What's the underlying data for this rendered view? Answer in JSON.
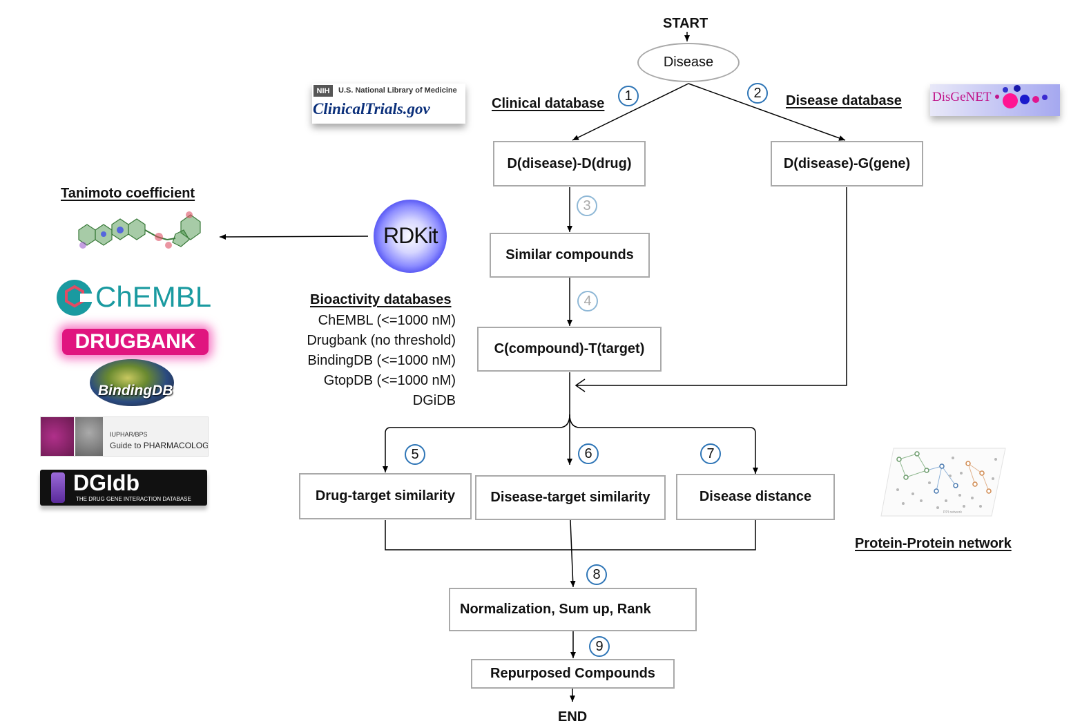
{
  "flow": {
    "start": "START",
    "end": "END",
    "disease": "Disease",
    "clinical_db": "Clinical database",
    "disease_db": "Disease database",
    "dd_box": "D(disease)-D(drug)",
    "dg_box": "D(disease)-G(gene)",
    "similar": "Similar compounds",
    "ct_box": "C(compound)-T(target)",
    "drug_target": "Drug-target similarity",
    "disease_target": "Disease-target similarity",
    "disease_distance": "Disease distance",
    "normalization": "Normalization, Sum up, Rank",
    "repurposed": "Repurposed Compounds"
  },
  "steps": [
    "1",
    "2",
    "3",
    "4",
    "5",
    "6",
    "7",
    "8",
    "9"
  ],
  "left": {
    "tanimoto": "Tanimoto coefficient",
    "rdkit": "RDKit",
    "bio_title": "Bioactivity databases",
    "bio_items": [
      "ChEMBL (<=1000 nM)",
      "Drugbank (no threshold)",
      "BindingDB (<=1000 nM)",
      "GtopDB (<=1000 nM)",
      "DGiDB"
    ]
  },
  "right": {
    "ppi": "Protein-Protein network"
  },
  "logos": {
    "nih": "NIH",
    "nlm": "U.S. National Library of Medicine",
    "clinicaltrials": "ClinicalTrials.gov",
    "disgenet": "DisGeNET",
    "chembl": "ChEMBL",
    "drugbank": "DRUGBANK",
    "bindingdb": "BindingDB",
    "iuphar_a": "IUPHAR/BPS",
    "iuphar_b": "Guide to",
    "iuphar_c": "PHARMACOLOGY",
    "dgidb": "DGIdb",
    "dgidb_sub": "THE DRUG GENE INTERACTION DATABASE",
    "ppi_caption": "PPI network"
  },
  "colors": {
    "step_circle": "#2e75b6",
    "box_border": "#a9a9a9",
    "chembl_teal": "#1a9aa0",
    "drugbank_pink": "#e0157f",
    "dgidb_bg": "#111111",
    "rdkit_glow": "#6f6cf5"
  }
}
